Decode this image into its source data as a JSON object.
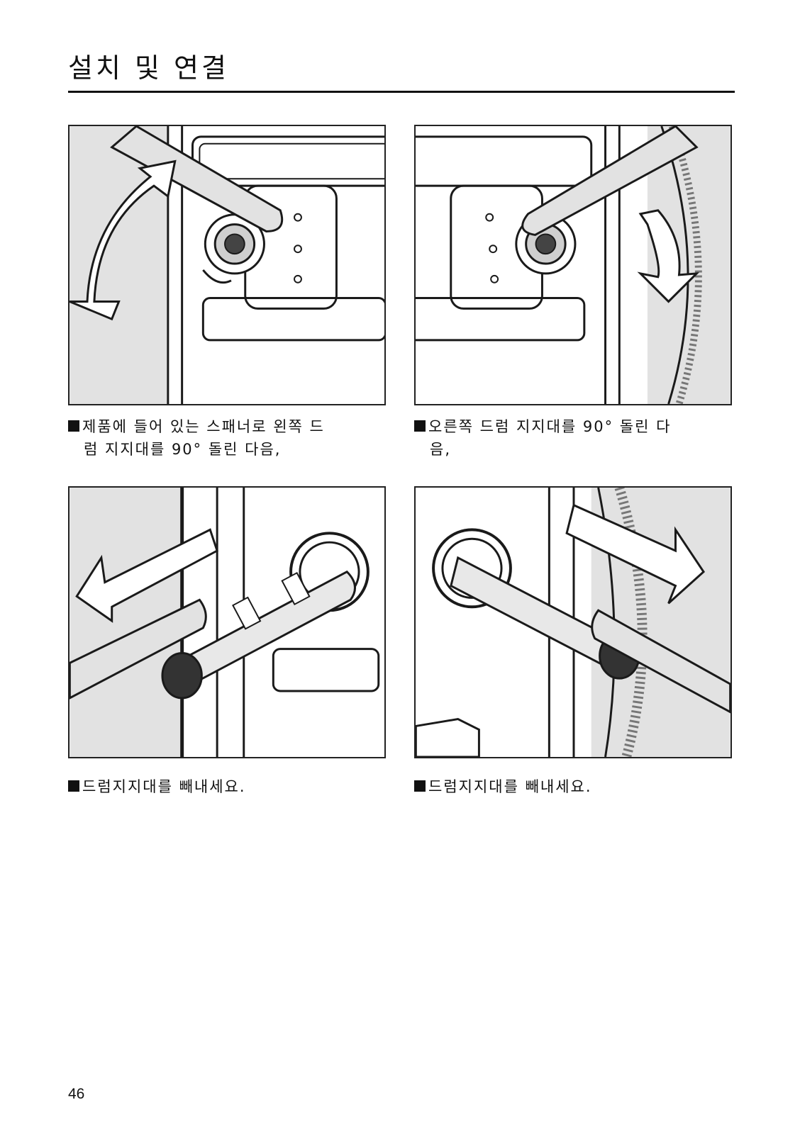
{
  "header": {
    "title": "설치 및 연결"
  },
  "steps": [
    {
      "line1": "제품에 들어 있는 스패너로 왼쪽 드",
      "line2": "럼 지지대를 90° 돌린 다음,"
    },
    {
      "line1": "오른쪽 드럼 지지대를 90° 돌린 다",
      "line2": "음,"
    },
    {
      "line1": "드럼지지대를 빼내세요.",
      "line2": ""
    },
    {
      "line1": "드럼지지대를 빼내세요.",
      "line2": ""
    }
  ],
  "footer": {
    "page_number": "46"
  },
  "colors": {
    "panel_gray": "#e2e2e2",
    "line": "#1a1a1a",
    "arrow_fill": "#ffffff",
    "knob": "#cfcfcf"
  }
}
